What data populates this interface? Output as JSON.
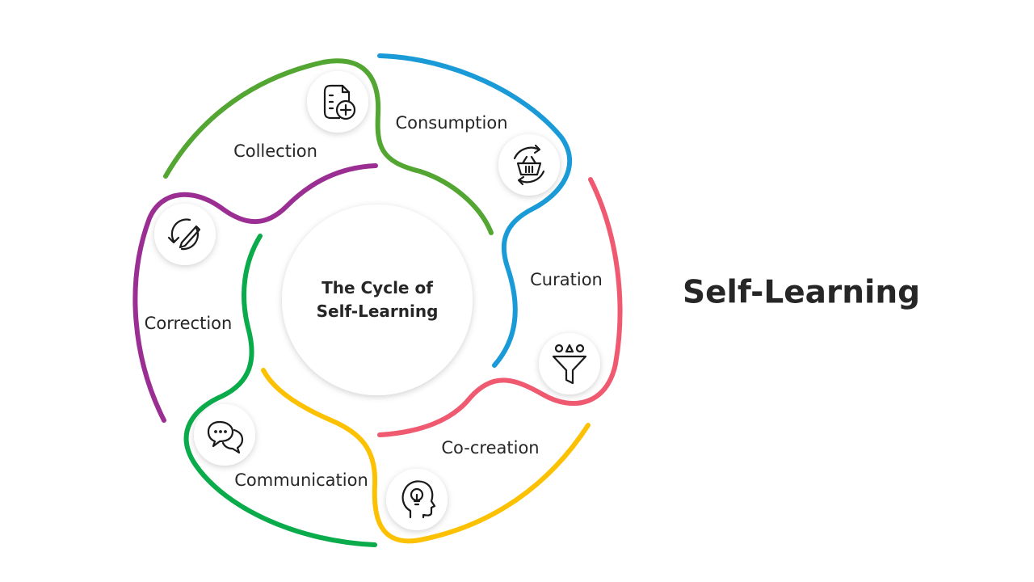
{
  "title": "Self-Learning",
  "center": {
    "line1": "The Cycle of",
    "line2": "Self-Learning"
  },
  "colors": {
    "collection": "#52a631",
    "consumption": "#1a9bd7",
    "curation": "#ef5a71",
    "cocreation": "#fbc102",
    "communication": "#0aab4b",
    "correction": "#9b2e93",
    "text": "#262626",
    "icon": "#1a1a1a"
  },
  "segments": [
    {
      "label": "Collection",
      "icon": "document-add-icon"
    },
    {
      "label": "Consumption",
      "icon": "basket-cycle-icon"
    },
    {
      "label": "Curation",
      "icon": "funnel-shapes-icon"
    },
    {
      "label": "Co-creation",
      "icon": "head-lightbulb-icon"
    },
    {
      "label": "Communication",
      "icon": "chat-bubbles-icon"
    },
    {
      "label": "Correction",
      "icon": "pencil-cycle-icon"
    }
  ]
}
